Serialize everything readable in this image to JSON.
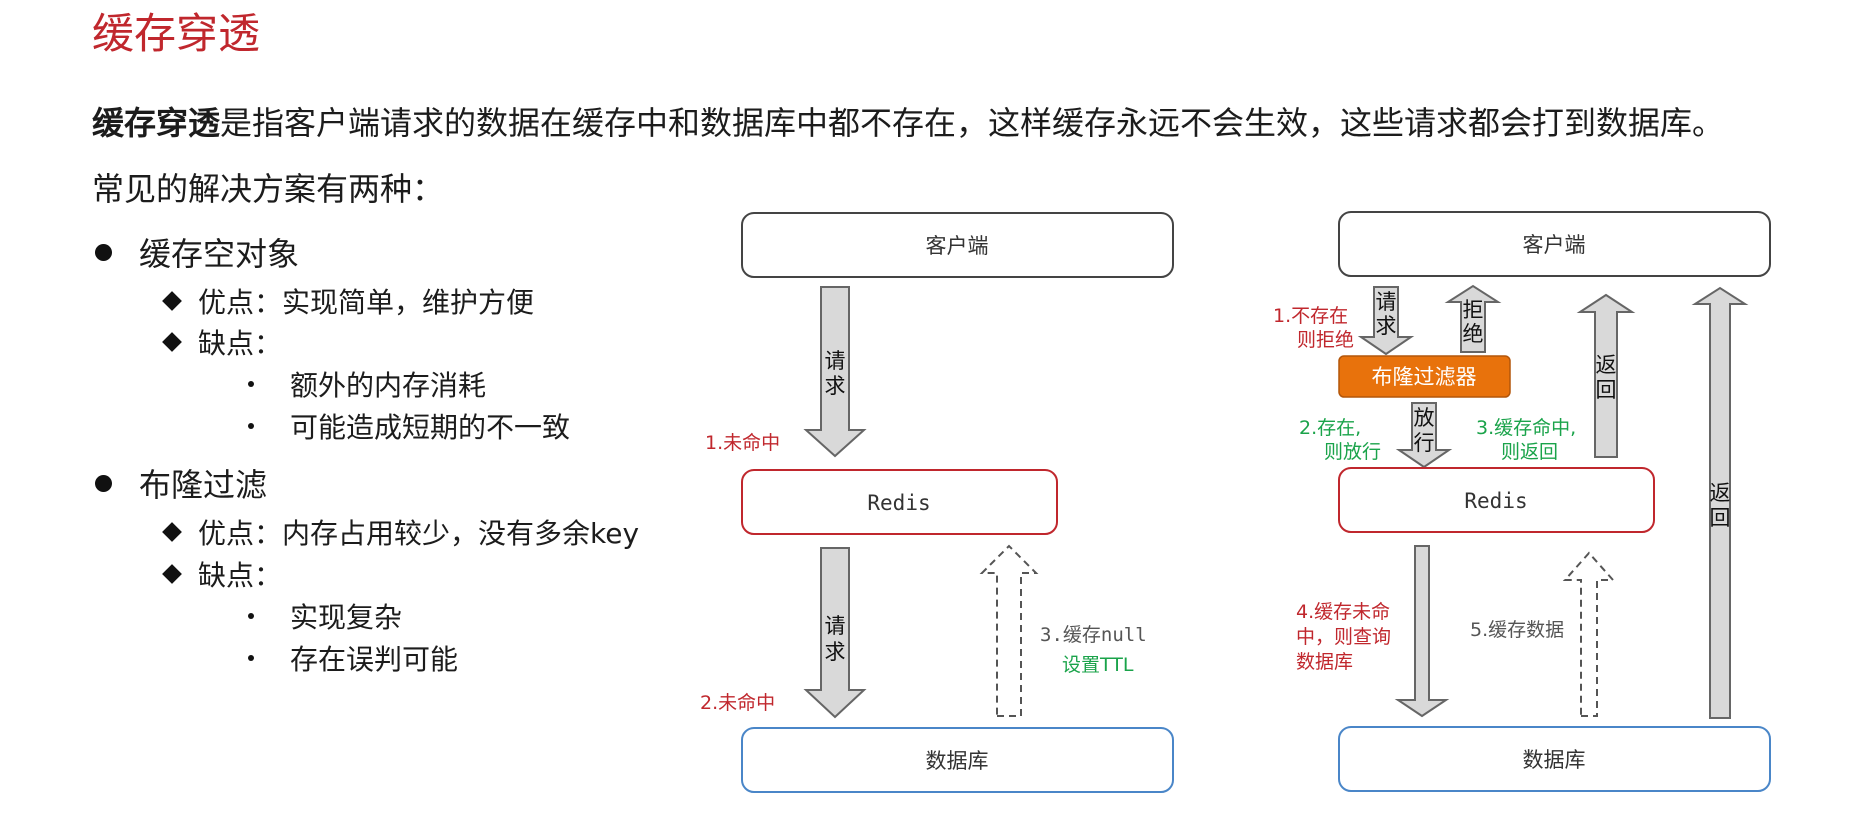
{
  "title": "缓存穿透",
  "intro": {
    "bold": "缓存穿透",
    "rest": "是指客户端请求的数据在缓存中和数据库中都不存在，这样缓存永远不会生效，这些请求都会打到数据库。"
  },
  "subhead": "常见的解决方案有两种：",
  "solutions": [
    {
      "name": "缓存空对象",
      "pros": "优点：实现简单，维护方便",
      "cons": "缺点：",
      "cons_items": [
        "额外的内存消耗",
        "可能造成短期的不一致"
      ]
    },
    {
      "name": "布隆过滤",
      "pros": "优点：内存占用较少，没有多余key",
      "cons": "缺点：",
      "cons_items": [
        "实现复杂",
        "存在误判可能"
      ]
    }
  ],
  "left_diagram": {
    "client": "客户端",
    "redis": "Redis",
    "db": "数据库",
    "request1": "请求",
    "miss1": "1.未命中",
    "request2": "请求",
    "miss2": "2.未命中",
    "cache_null": "3.缓存null",
    "set_ttl": "设置TTL"
  },
  "right_diagram": {
    "client": "客户端",
    "bloom": "布隆过滤器",
    "redis": "Redis",
    "db": "数据库",
    "request": "请求",
    "reject": "拒绝",
    "not_exist_1": "1.不存在",
    "not_exist_2": "则拒绝",
    "pass": "放行",
    "exists_1": "2.存在,",
    "exists_2": "则放行",
    "hit_return_1": "3.缓存命中,",
    "hit_return_2": "则返回",
    "return1": "返回",
    "return2": "返回",
    "miss_query_1": "4.缓存未命",
    "miss_query_2": "中，则查询",
    "miss_query_3": "数据库",
    "cache_data": "5.缓存数据"
  },
  "colors": {
    "title_red": "#c0272d",
    "label_red": "#c0272d",
    "label_green": "#1aa34a",
    "bloom_fill": "#e8720c",
    "redis_border": "#c0272d",
    "db_border": "#4a86c8",
    "arrow_fill": "#d9d9d9"
  }
}
